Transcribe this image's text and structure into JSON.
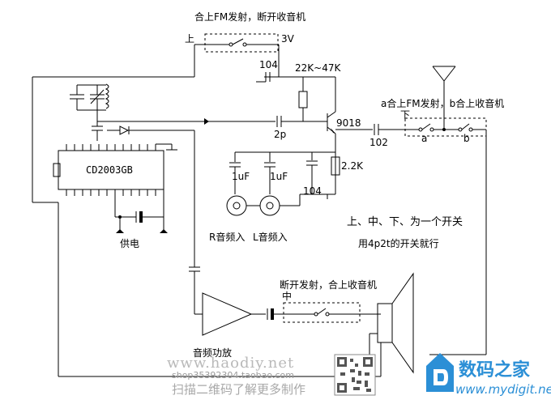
{
  "labels": {
    "top_switch_note": "合上FM发射，断开收音机",
    "shang": "上",
    "v3": "3V",
    "c104_top": "104",
    "r_range": "22K~47K",
    "transistor": "9018",
    "c2p": "2p",
    "ab_note": "a合上FM发射，b合上收音机",
    "xia": "下",
    "c102": "102",
    "sw_a": "a",
    "sw_b": "b",
    "r22k": "2.2K",
    "c1uf_1": "1uF",
    "c1uf_2": "1uF",
    "c104_bot": "104",
    "ic": "CD2003GB",
    "r_audio": "R音频入",
    "l_audio": "L音频入",
    "power": "供电",
    "note1": "上、中、下、为一个开关",
    "note2": "用4p2t的开关就行",
    "mid_note": "断开发射，合上收音机",
    "zhong": "中",
    "amp": "音频功放"
  },
  "watermark": {
    "url": "www.haodiy.net",
    "shop": "shop35392304.taobao.com",
    "scan": "扫描二维码了解更多制作",
    "logo_cn": "数码之家",
    "logo_en": "www.mydigit.net"
  },
  "colors": {
    "line": "#000000",
    "logo": "#2b8fd6",
    "watermark": "#b0b0b0"
  }
}
